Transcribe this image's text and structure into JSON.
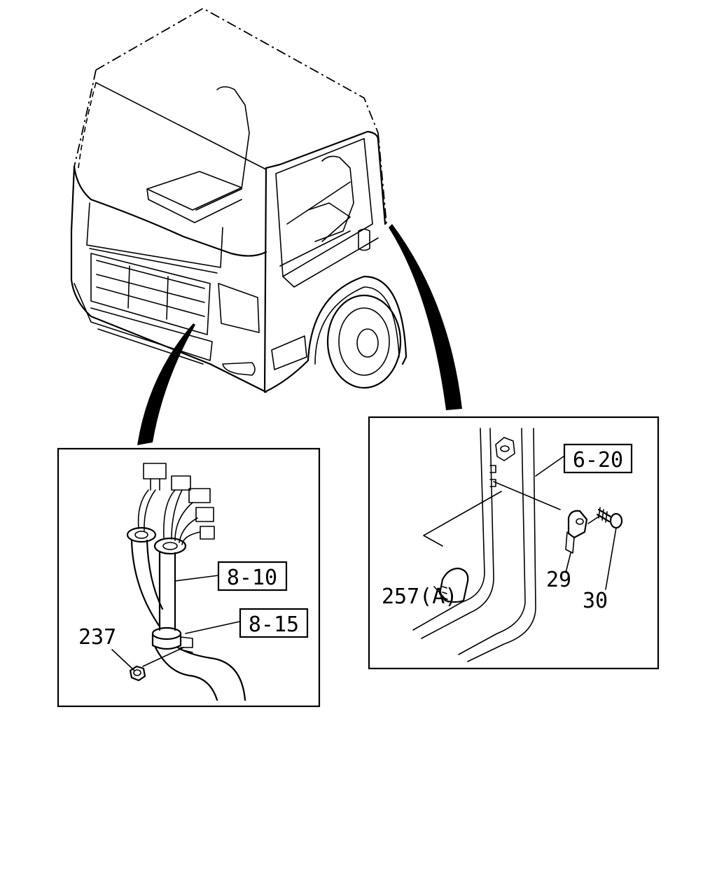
{
  "callouts": {
    "ref_box_1": "8-10",
    "ref_box_2": "8-15",
    "ref_box_3": "6-20",
    "part_237": "237",
    "part_257a": "257(A)",
    "part_29": "29",
    "part_30": "30"
  }
}
